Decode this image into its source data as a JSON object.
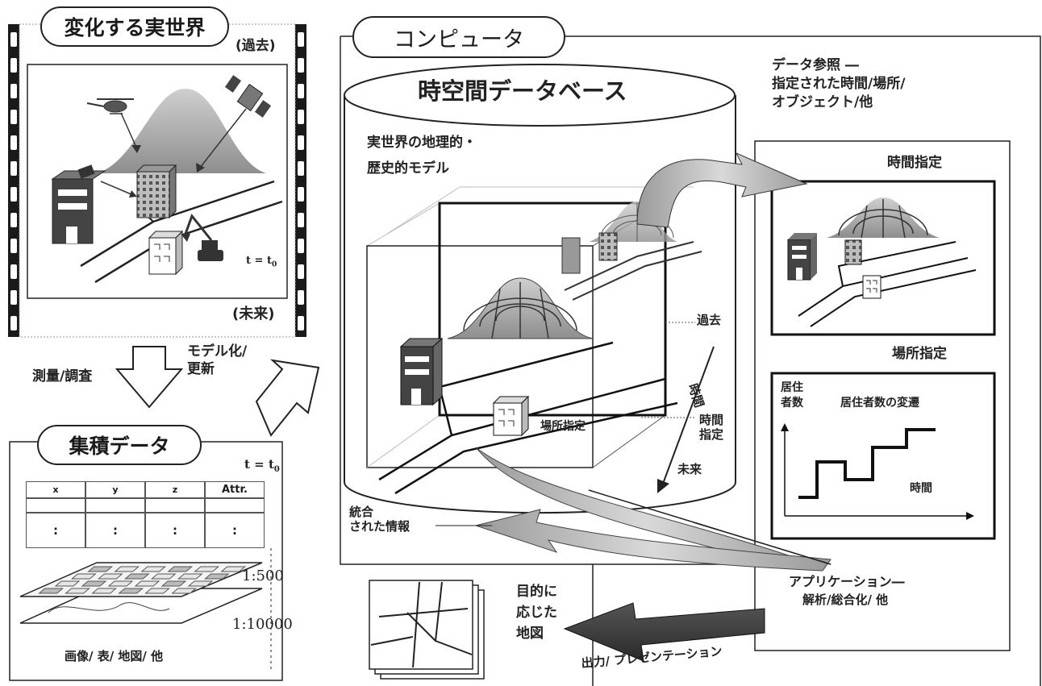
{
  "film": {
    "title": "変化する実世界",
    "past": "(過去)",
    "future": "(未来)",
    "time": "t = t"
  },
  "survey": "測量/調査",
  "modeling": [
    "モデル化/",
    "更新"
  ],
  "accumulated": {
    "title": "集積データ",
    "time": "t = t",
    "table_header": [
      "x",
      "y",
      "z",
      "Attr."
    ],
    "table_row2": [
      ":",
      ":",
      ":",
      ":"
    ],
    "scale1": "1:500",
    "scale2": "1:10000",
    "caption": "画像/ 表/ 地図/ 他"
  },
  "computer": {
    "title": "コンピュータ",
    "database": "時空間データベース",
    "model_label": [
      "実世界の地理的・",
      "歴史的モデル"
    ],
    "past": "過去",
    "time_axis": "時間",
    "time_spec": [
      "時間",
      "指定"
    ],
    "future": "未来",
    "place_spec": "場所指定",
    "integrated": [
      "統合",
      "された情報"
    ]
  },
  "reference": [
    "データ参照 ―",
    "指定された時間/場所/",
    "オブジェクト/他"
  ],
  "right_panel": {
    "time_spec": "時間指定",
    "place_spec": "場所指定",
    "residents_label": [
      "居住",
      "者数"
    ],
    "graph_title": "居住者数の変遷",
    "graph_xlabel": "時間"
  },
  "application": [
    "アプリケーション―",
    "解析/総合化/ 他"
  ],
  "map_label": [
    "目的に",
    "応じた",
    "地図"
  ],
  "output": "出力/ プレゼンテーション"
}
